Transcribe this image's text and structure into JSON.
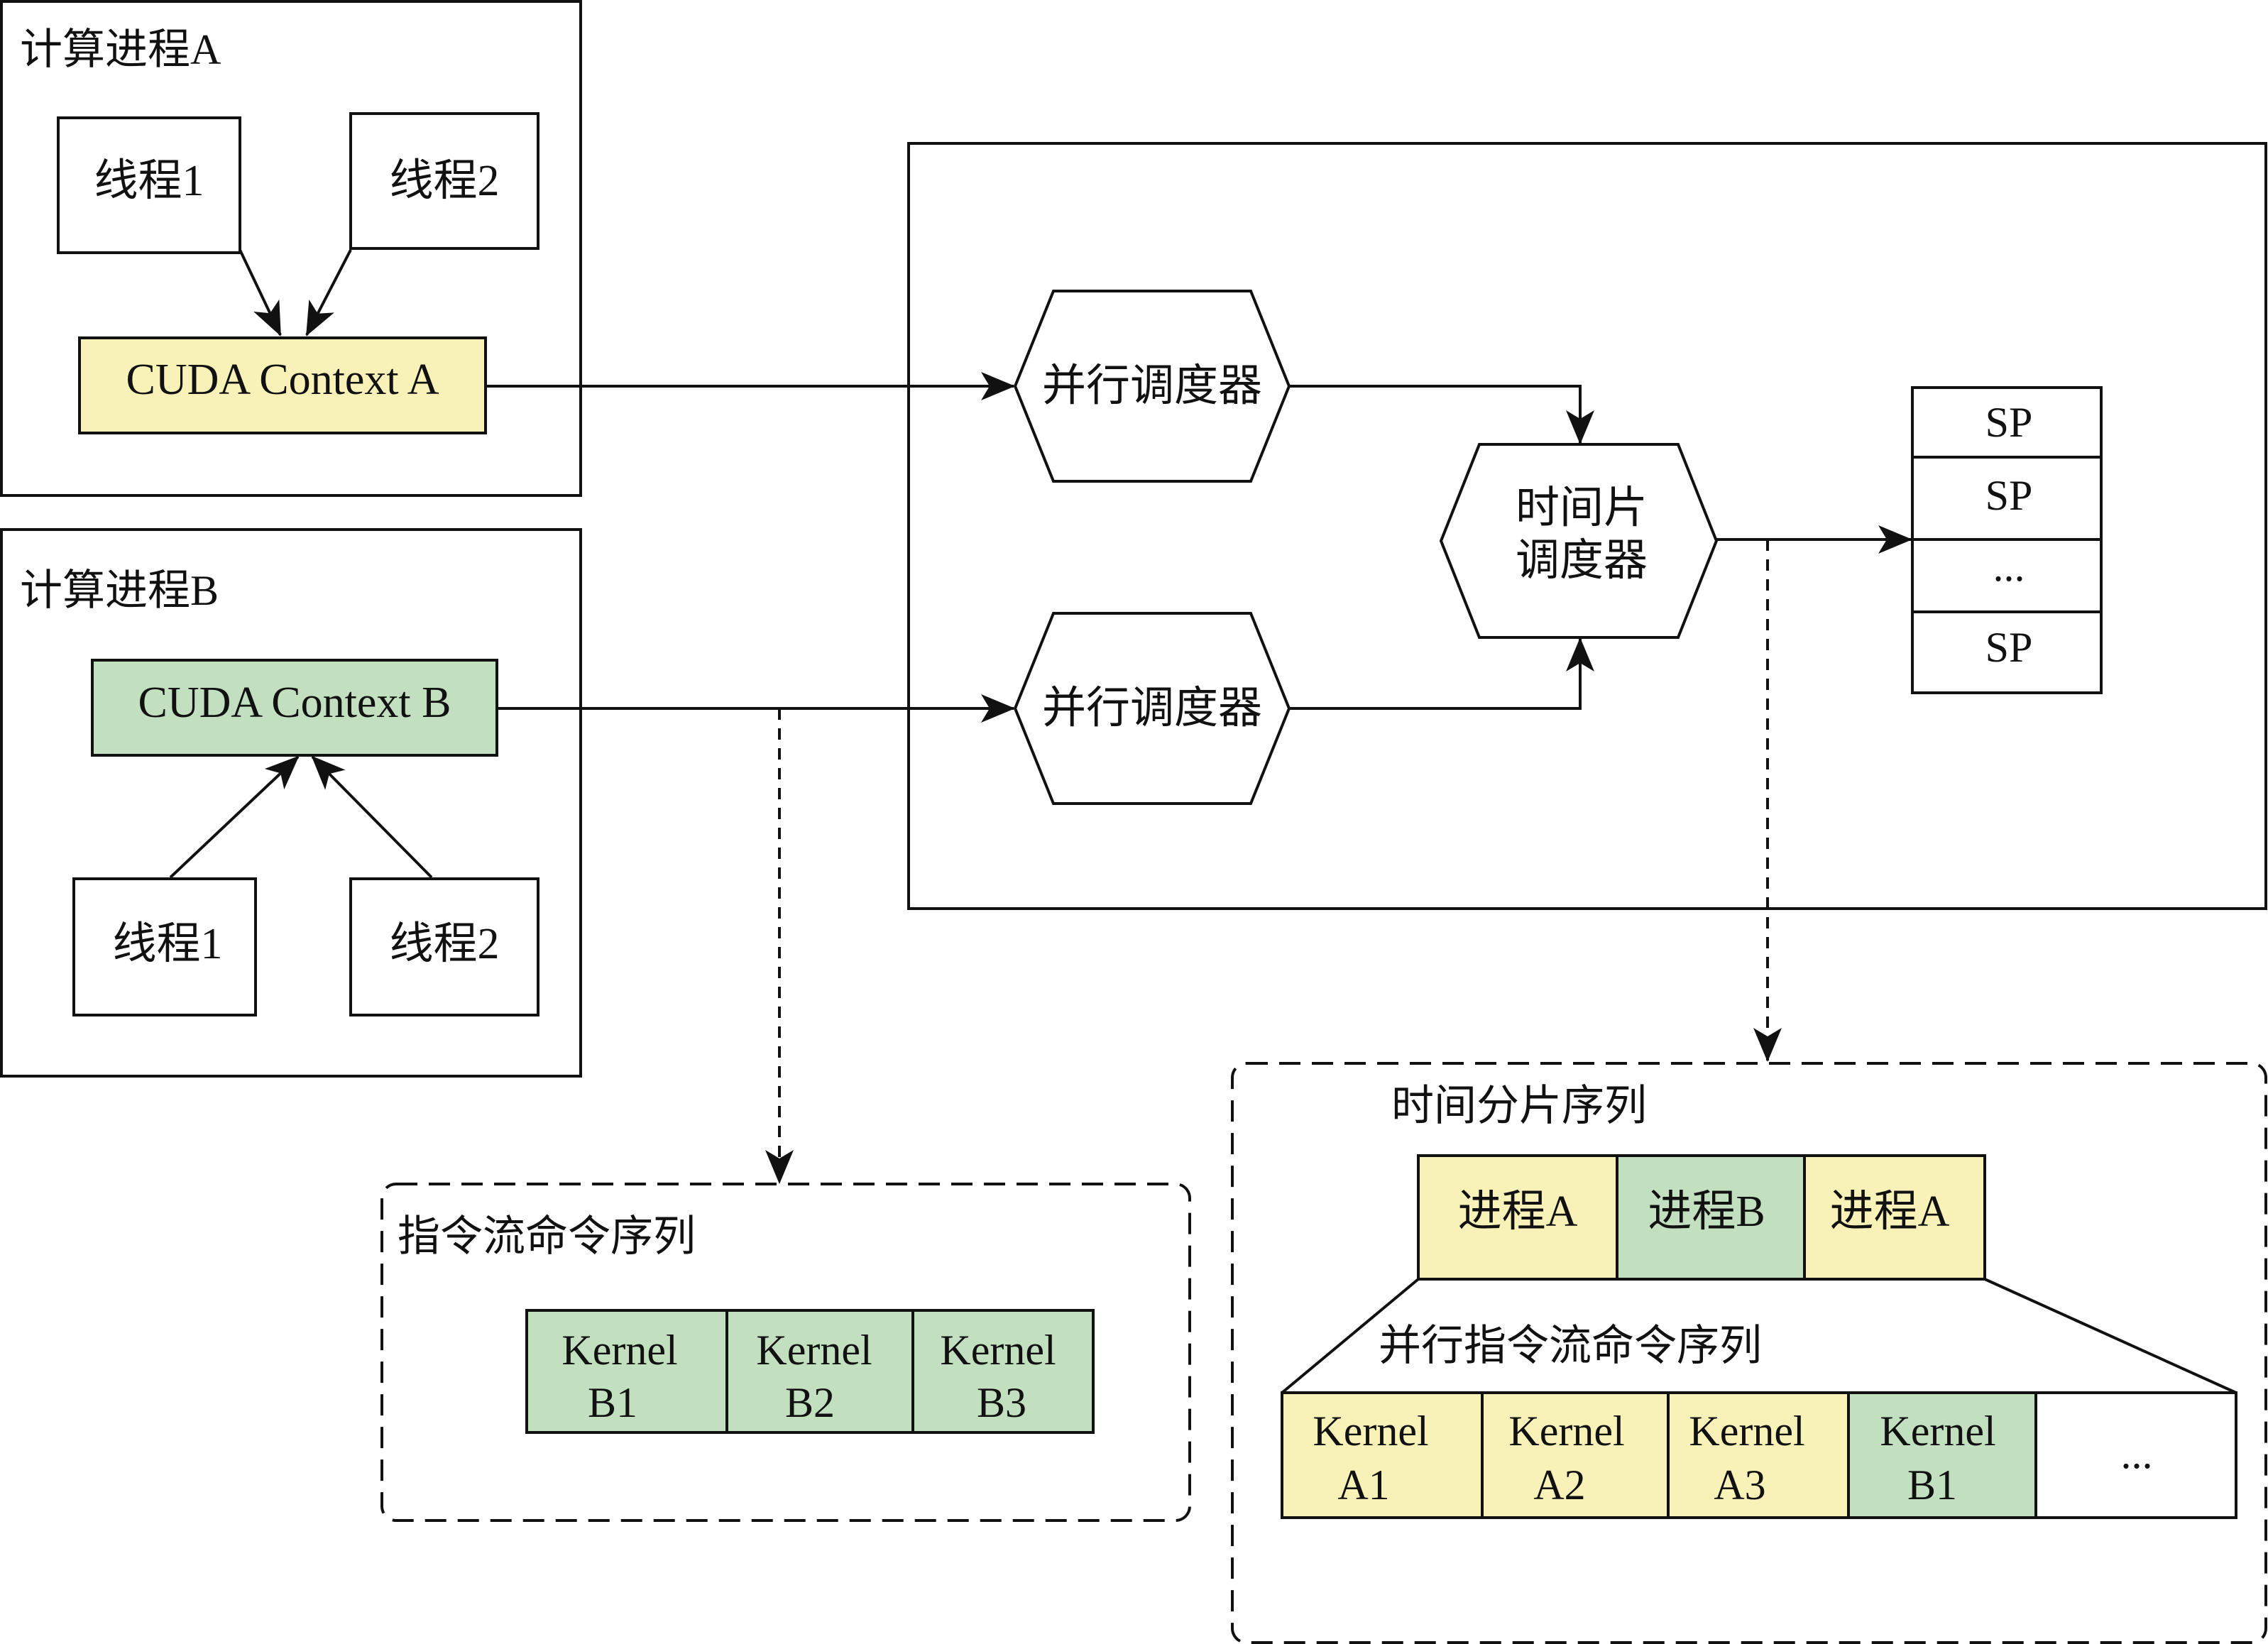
{
  "colors": {
    "yellow": "#f8f2b8",
    "green": "#c2dfbf",
    "line": "#111111"
  },
  "process_a": {
    "title": "计算进程A",
    "thread1": "线程1",
    "thread2": "线程2",
    "context": "CUDA Context A"
  },
  "process_b": {
    "title": "计算进程B",
    "context": "CUDA Context B",
    "thread1": "线程1",
    "thread2": "线程2"
  },
  "gpu": {
    "parallel_scheduler_1": "并行调度器",
    "parallel_scheduler_2": "并行调度器",
    "time_slice_scheduler": [
      "时间片",
      "调度器"
    ],
    "sp_units": [
      "SP",
      "SP",
      "...",
      "SP"
    ]
  },
  "instruction_stream": {
    "title": "指令流命令序列",
    "kernels": [
      {
        "line1": "Kernel",
        "line2": "B1"
      },
      {
        "line1": "Kernel",
        "line2": "B2"
      },
      {
        "line1": "Kernel",
        "line2": "B3"
      }
    ]
  },
  "time_slice_sequence": {
    "title": "时间分片序列",
    "slots": [
      {
        "label": "进程A",
        "color": "yellow"
      },
      {
        "label": "进程B",
        "color": "green"
      },
      {
        "label": "进程A",
        "color": "yellow"
      }
    ],
    "parallel_title": "并行指令流命令序列",
    "kernels": [
      {
        "line1": "Kernel",
        "line2": "A1",
        "color": "yellow"
      },
      {
        "line1": "Kernel",
        "line2": "A2",
        "color": "yellow"
      },
      {
        "line1": "Kernel",
        "line2": "A3",
        "color": "yellow"
      },
      {
        "line1": "Kernel",
        "line2": "B1",
        "color": "green"
      }
    ],
    "more": "..."
  }
}
